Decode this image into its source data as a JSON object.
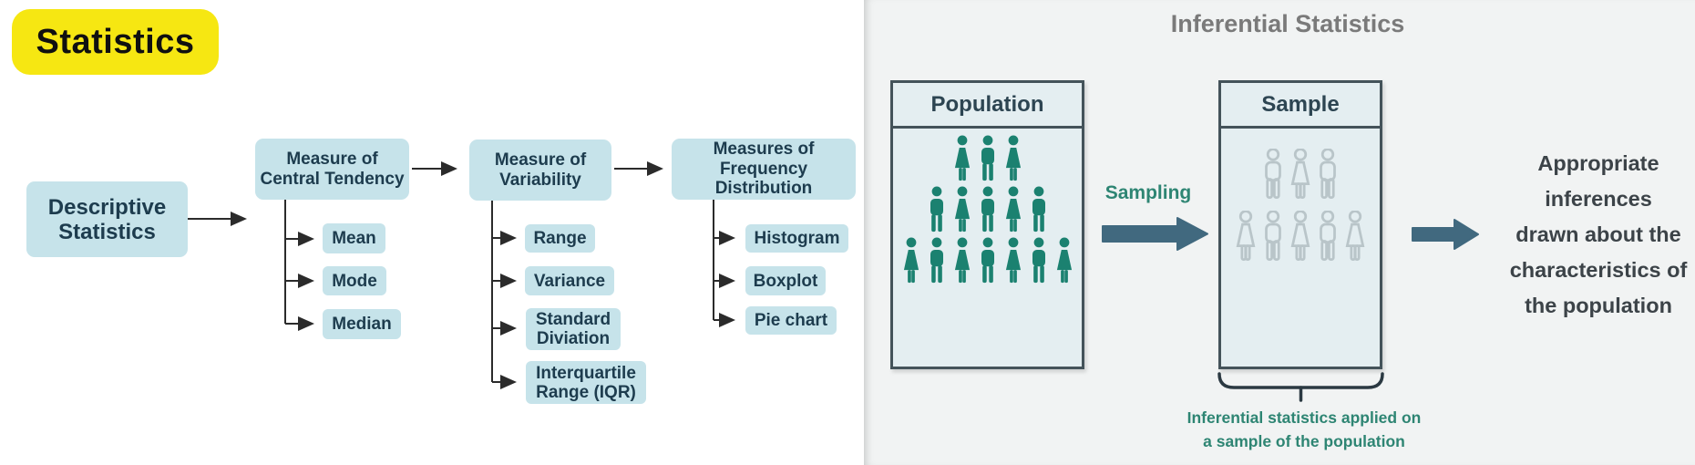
{
  "badge": {
    "label": "Statistics"
  },
  "flow": {
    "root": {
      "line1": "Descriptive",
      "line2": "Statistics"
    },
    "parents": {
      "central": {
        "line1": "Measure of",
        "line2": "Central Tendency"
      },
      "variability": {
        "line1": "Measure of",
        "line2": "Variability"
      },
      "frequency": {
        "line1": "Measures of Frequency",
        "line2": "Distribution"
      }
    },
    "children": {
      "central": [
        "Mean",
        "Mode",
        "Median"
      ],
      "variability": [
        "Range",
        "Variance",
        "Standard Diviation",
        "Interquartile Range (IQR)"
      ],
      "frequency": [
        "Histogram",
        "Boxplot",
        "Pie chart"
      ]
    }
  },
  "inferential": {
    "title": "Inferential Statistics",
    "population_label": "Population",
    "sample_label": "Sample",
    "sampling_label": "Sampling",
    "population_rows": [
      [
        "w",
        "m",
        "w"
      ],
      [
        "m",
        "w",
        "m",
        "w",
        "m"
      ],
      [
        "w",
        "m",
        "w",
        "m",
        "w",
        "m",
        "w"
      ]
    ],
    "sample_rows": [
      [
        "m",
        "w",
        "m"
      ],
      [
        "w",
        "m",
        "w",
        "m",
        "w"
      ]
    ],
    "caption_lines": [
      "Inferential statistics applied on",
      "a sample of the population"
    ],
    "result_lines": [
      "Appropriate",
      "inferences",
      "drawn about the",
      "characteristics of",
      "the population"
    ]
  },
  "colors": {
    "badge_bg": "#f6e712",
    "box_blue": "#c6e3ea",
    "box_text": "#1d3c4e",
    "panel_bg": "#f1f3f3",
    "title_gray": "#7a7a7a",
    "frame_border": "#44535a",
    "frame_bg": "#e4eef1",
    "people_teal": "#1b8170",
    "people_outline": "#b9c5c9",
    "teal_text": "#2e8573",
    "arrow_slate": "#41697f",
    "result_text": "#3c4348"
  }
}
